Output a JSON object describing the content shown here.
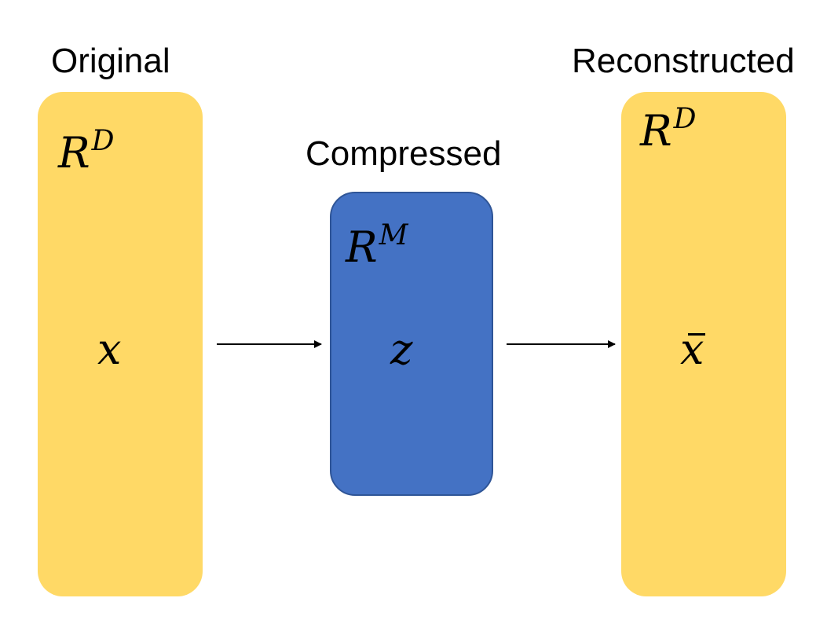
{
  "headings": {
    "original": "Original",
    "compressed": "Compressed",
    "reconstructed": "Reconstructed"
  },
  "spaces": {
    "original": {
      "base": "R",
      "sup": "D"
    },
    "compressed": {
      "base": "R",
      "sup": "M"
    },
    "reconstructed": {
      "base": "R",
      "sup": "D"
    }
  },
  "variables": {
    "original": "x",
    "compressed": "z",
    "reconstructed": "x"
  },
  "colors": {
    "data_block": "#FFD966",
    "latent_block": "#4472C4",
    "latent_border": "#2F5597",
    "arrow": "#000000"
  }
}
